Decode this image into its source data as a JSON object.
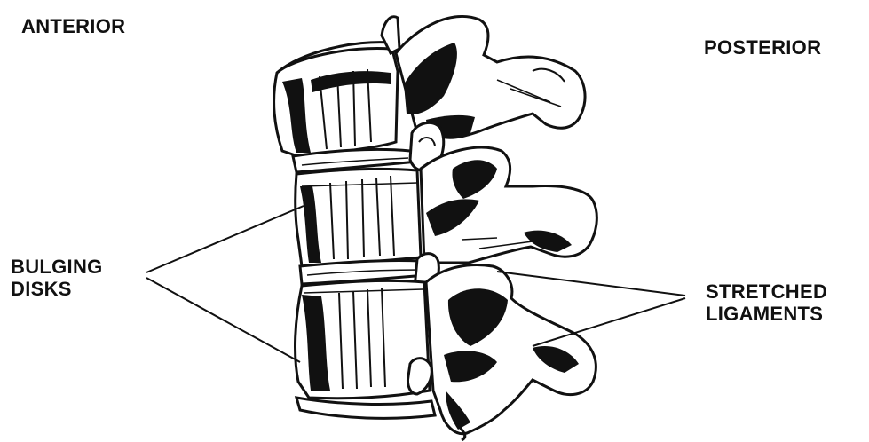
{
  "labels": {
    "anterior": "ANTERIOR",
    "posterior": "POSTERIOR",
    "bulging_line1": "BULGING",
    "bulging_line2": "DISKS",
    "stretched_line1": "STRETCHED",
    "stretched_line2": "LIGAMENTS"
  },
  "colors": {
    "ink": "#111111",
    "background": "#ffffff"
  }
}
